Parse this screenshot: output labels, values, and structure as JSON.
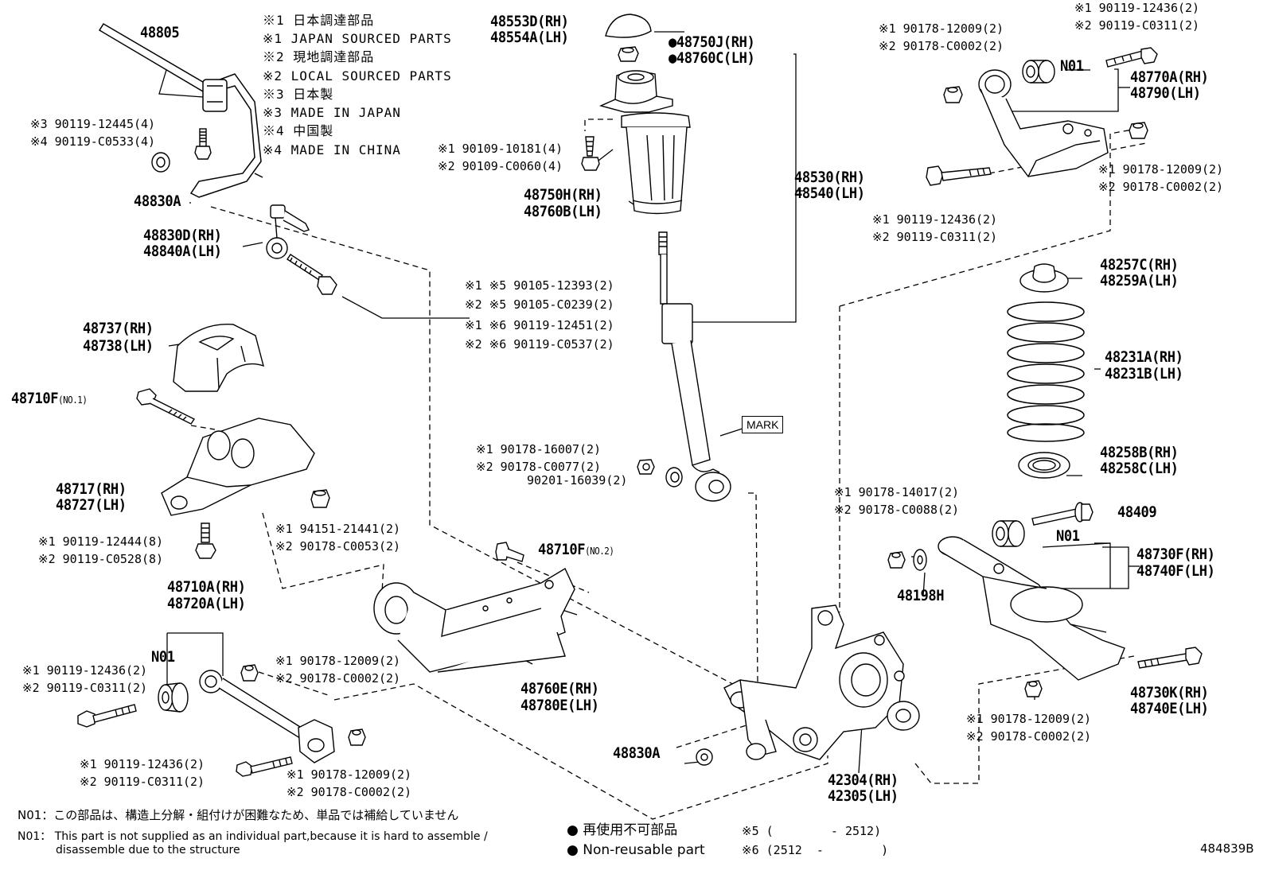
{
  "legend": [
    "※1 日本調達部品",
    "※1 JAPAN SOURCED PARTS",
    "※2 現地調達部品",
    "※2 LOCAL SOURCED PARTS",
    "※3 日本製",
    "※3 MADE IN JAPAN",
    "※4 中国製",
    "※4 MADE IN CHINA"
  ],
  "labels": {
    "p48805": "48805",
    "bolt_stab_1": "※3 90119-12445(4)",
    "bolt_stab_2": "※4 90119-C0533(4)",
    "p48830A_top": "48830A",
    "link_rh": "48830D(RH)",
    "link_lh": "48840A(LH)",
    "cap_rh": "48553D(RH)",
    "cap_lh": "48554A(LH)",
    "nut_rh": "●48750J(RH)",
    "nut_lh": "●48760C(LH)",
    "boot_bolt_1": "※1 90109-10181(4)",
    "boot_bolt_2": "※2 90109-C0060(4)",
    "boot_rh": "48750H(RH)",
    "boot_lh": "48760B(LH)",
    "shock_rh": "48530(RH)",
    "shock_lh": "48540(LH)",
    "mid_bolt_1": "※1 ※5  90105-12393(2)",
    "mid_bolt_2": "※2 ※5  90105-C0239(2)",
    "mid_bolt_3": "※1 ※6  90119-12451(2)",
    "mid_bolt_4": "※2 ※6  90119-C0537(2)",
    "cover_rh": "48737(RH)",
    "cover_lh": "48738(LH)",
    "bolt_no1": "48710F",
    "bolt_no1_suffix": "(NO.1)",
    "bracket_rh": "48717(RH)",
    "bracket_lh": "48727(LH)",
    "brk_nut_1": "※1 94151-21441(2)",
    "brk_nut_2": "※2 90178-C0053(2)",
    "brk_bolt_1": "※1 90119-12444(8)",
    "brk_bolt_2": "※2 90119-C0528(8)",
    "shock_nut_1": "※1 90178-16007(2)",
    "shock_nut_2": "※2 90178-C0077(2)",
    "shock_washer": "90201-16039(2)",
    "mark": "MARK",
    "bolt_no2": "48710F",
    "bolt_no2_suffix": "(NO.2)",
    "trail_rh": "48710A(RH)",
    "trail_lh": "48720A(LH)",
    "n01_left": "N01",
    "tl_bolt_1": "※1 90119-12436(2)",
    "tl_bolt_2": "※2 90119-C0311(2)",
    "tl_nut_1": "※1 90178-12009(2)",
    "tl_nut_2": "※2 90178-C0002(2)",
    "arm_rh": "48760E(RH)",
    "arm_lh": "48780E(LH)",
    "tl2_bolt_1": "※1 90119-12436(2)",
    "tl2_bolt_2": "※2 90119-C0311(2)",
    "tl2_nut_1": "※1 90178-12009(2)",
    "tl2_nut_2": "※2 90178-C0002(2)",
    "p48830A_bot": "48830A",
    "knuckle_rh": "42304(RH)",
    "knuckle_lh": "42305(LH)",
    "ur_bolt_1": "※1 90119-12436(2)",
    "ur_bolt_2": "※2 90119-C0311(2)",
    "ur_nut_1": "※1 90178-12009(2)",
    "ur_nut_2": "※2 90178-C0002(2)",
    "n01_upper": "N01",
    "upper_rh": "48770A(RH)",
    "upper_lh": "48790(LH)",
    "ur_nut2_1": "※1 90178-12009(2)",
    "ur_nut2_2": "※2 90178-C0002(2)",
    "ur_bolt2_1": "※1 90119-12436(2)",
    "ur_bolt2_2": "※2 90119-C0311(2)",
    "ins_up_rh": "48257C(RH)",
    "ins_up_lh": "48259A(LH)",
    "spring_rh": "48231A(RH)",
    "spring_lh": "48231B(LH)",
    "ins_lo_rh": "48258B(RH)",
    "ins_lo_lh": "48258C(LH)",
    "lower_nut_1": "※1 90178-14017(2)",
    "lower_nut_2": "※2 90178-C0088(2)",
    "p48409": "48409",
    "n01_lower": "N01",
    "lower_rh": "48730F(RH)",
    "lower_lh": "48740F(LH)",
    "p48198H": "48198H",
    "lower_bolt_rh": "48730K(RH)",
    "lower_bolt_lh": "48740E(LH)",
    "lr_nut_1": "※1 90178-12009(2)",
    "lr_nut_2": "※2 90178-C0002(2)"
  },
  "footer": {
    "n01_jp": "N01：この部品は、構造上分解・組付けが困難なため、単品では補給していません",
    "n01_en_1": "N01： This part is not supplied as an individual part,because it is hard to assemble /",
    "n01_en_2": "disassemble due to the structure",
    "reuse_jp": "再使用不可部品",
    "reuse_en": "Non-reusable part",
    "fn5": "※5 (        - 2512)",
    "fn6": "※6 (2512  -        )",
    "code": "484839B"
  }
}
